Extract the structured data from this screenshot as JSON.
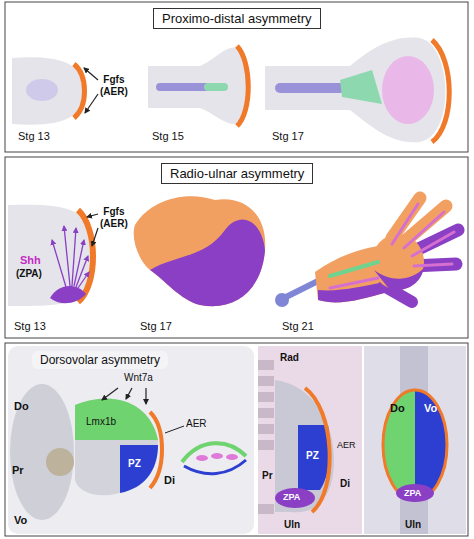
{
  "diagram": {
    "nodes": [
      {
        "text": [
          "Proximo-distal asymmetry"
        ]
      },
      {
        "text": [
          "Radio-ulnar asymmetry"
        ]
      },
      {
        "text": [
          "Dorsovolar asymmetry"
        ]
      }
    ],
    "labels": [
      "Fgfs (AER)",
      "Stg 13",
      "Stg 15",
      "Stg 17",
      "Shh",
      "(ZPA)",
      "Fgfs (AER)",
      "Stg 13",
      "Stg 17",
      "Stg 21",
      "Do",
      "Wnt7a",
      "Lmx1b",
      "AER",
      "PZ",
      "Di",
      "Pr",
      "Vo",
      "Rad",
      "PZ",
      "AER",
      "Pr",
      "ZPA",
      "Di",
      "Uln",
      "Do",
      "Vo",
      "ZPA",
      "Uln"
    ]
  }
}
